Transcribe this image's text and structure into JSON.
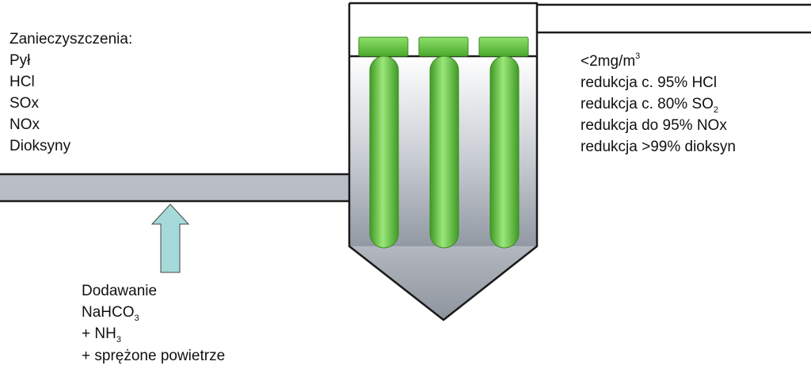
{
  "pollutants": {
    "heading": "Zanieczyszczenia:",
    "items": [
      "Pył",
      "HCl",
      "SOx",
      "NOx",
      "Dioksyny"
    ]
  },
  "additives": {
    "line1": "Dodawanie",
    "line2_main": "NaHCO",
    "line2_sub": "3",
    "line3_main": "+ NH",
    "line3_sub": "3",
    "line4": "+ sprężone powietrze"
  },
  "results": {
    "line1_main": "<2mg/m",
    "line1_sup": "3",
    "line2": "redukcja c. 95% HCl",
    "line3_main": "redukcja c. 80% SO",
    "line3_sub": "2",
    "line4": "redukcja do 95% NOx",
    "line5": "redukcja >99% dioksyn"
  },
  "colors": {
    "duct": "#b9bec6",
    "filter_green": "#5fbf3a",
    "arrow": "#a6dada",
    "outline": "#1a1a1a"
  }
}
